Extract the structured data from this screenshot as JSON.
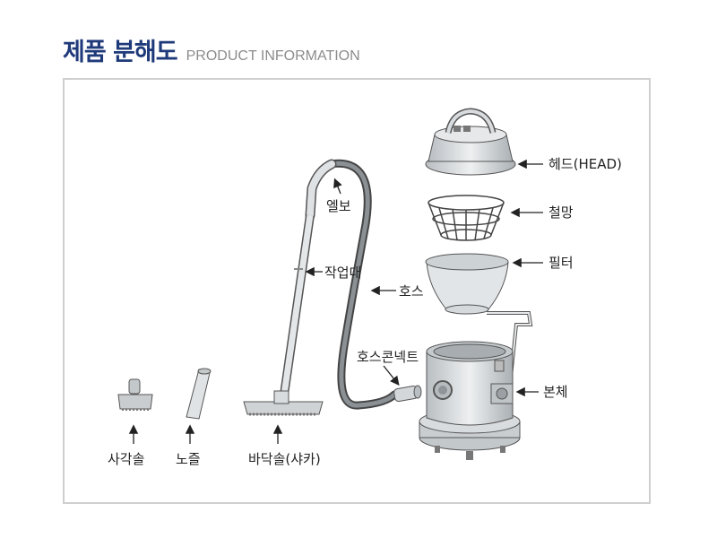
{
  "header": {
    "title_ko": "제품 분해도",
    "title_en": "PRODUCT INFORMATION"
  },
  "labels": {
    "head": "헤드(HEAD)",
    "mesh": "철망",
    "filter": "필터",
    "body": "본체",
    "hose": "호스",
    "hose_connector": "호스콘넥트",
    "elbow": "엘보",
    "work_pipe": "작업대",
    "square_brush": "사각솔",
    "nozzle": "노즐",
    "floor_brush": "바닥솔(샤카)"
  },
  "colors": {
    "title": "#1f3a7a",
    "subtitle": "#8c8c8c",
    "frame": "#cfcfcf",
    "part_fill": "#d6dadc",
    "part_stroke": "#555555"
  }
}
